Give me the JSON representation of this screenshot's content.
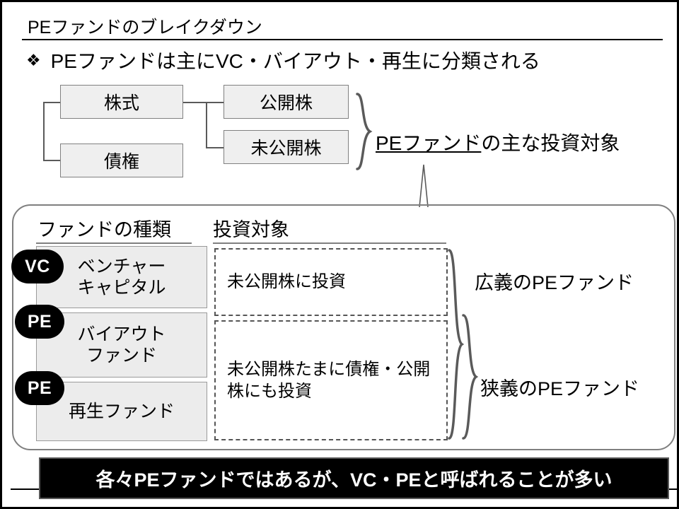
{
  "slide": {
    "title": "PEファンドのブレイクダウン",
    "bullet_mark": "❖",
    "bullet_text": "PEファンドは主にVC・バイアウト・再生に分類される"
  },
  "tree": {
    "equity": "株式",
    "debt": "債権",
    "public_stock": "公開株",
    "private_stock": "未公開株",
    "brace_label_prefix": "PEファンド",
    "brace_label_suffix": "の主な投資対象"
  },
  "panel": {
    "header_fund_type": "ファンドの種類",
    "header_target": "投資対象",
    "funds": [
      {
        "badge": "VC",
        "name_line1": "ベンチャー",
        "name_line2": "キャピタル"
      },
      {
        "badge": "PE",
        "name_line1": "バイアウト",
        "name_line2": "ファンド"
      },
      {
        "badge": "PE",
        "name_line1": "再生ファンド",
        "name_line2": ""
      }
    ],
    "targets": [
      "未公開株に投資",
      "未公開株たまに債権・公開株にも投資"
    ],
    "brace_broad": "広義のPEファンド",
    "brace_narrow": "狭義のPEファンド"
  },
  "banner": {
    "text": "各々PEファンドではあるが、VC・PEと呼ばれることが多い"
  },
  "colors": {
    "box_fill": "#efefef",
    "box_border": "#808080",
    "badge_bg": "#000000",
    "badge_fg": "#ffffff",
    "banner_bg": "#000000",
    "panel_border": "#7f7f7f",
    "dashed_border": "#555555"
  }
}
